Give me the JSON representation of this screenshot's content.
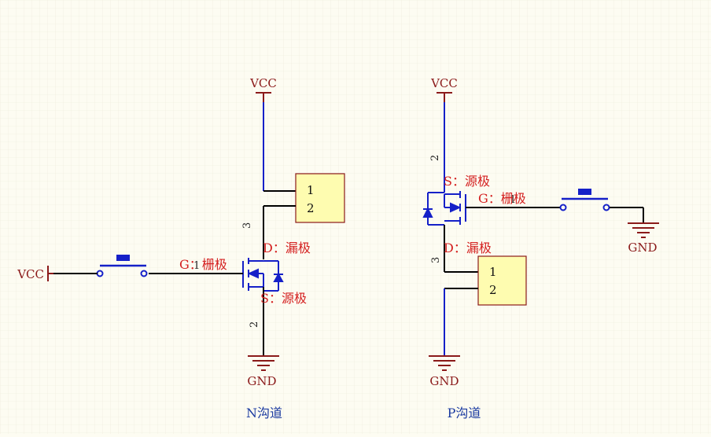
{
  "colors": {
    "background": "#fdfcf2",
    "grid": "#ece9da",
    "wire": "#000000",
    "net": "#1520c8",
    "power": "#8b1a1a",
    "label": "#d42020",
    "component_fill": "#fefcb0",
    "component_border": "#8b1a1a"
  },
  "left_circuit": {
    "vcc_top": "VCC",
    "vcc_input": "VCC",
    "gnd": "GND",
    "pin_drain": "3",
    "pin_gate": "1",
    "pin_source": "2",
    "gate_label": "G：栅极",
    "drain_label": "D：漏极",
    "source_label": "S：源极",
    "load_pin_1": "1",
    "load_pin_2": "2",
    "caption": "N沟道"
  },
  "right_circuit": {
    "vcc_top": "VCC",
    "gnd_switch": "GND",
    "gnd_bottom": "GND",
    "pin_source": "2",
    "pin_drain": "3",
    "pin_gate": "1",
    "gate_label": "G：栅极",
    "drain_label": "D：漏极",
    "source_label": "S：源极",
    "load_pin_1": "1",
    "load_pin_2": "2",
    "caption": "P沟道"
  }
}
